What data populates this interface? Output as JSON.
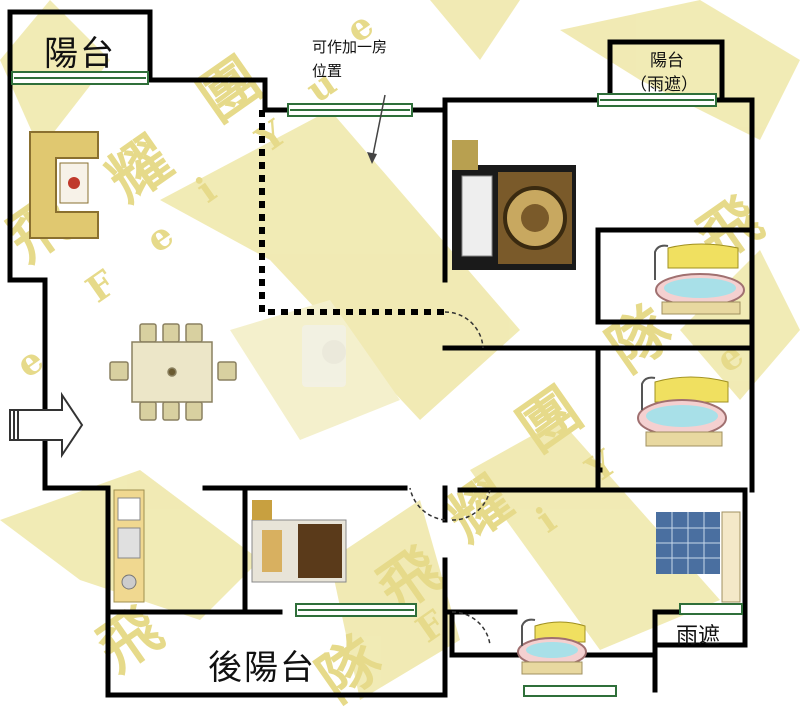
{
  "labels": {
    "balcony": "陽台",
    "balcony_rain": "陽台",
    "rain_shelter_paren": "（雨遮）",
    "room_note_line1": "可作加一房",
    "room_note_line2": "位置",
    "back_balcony": "後陽台",
    "rain_shelter": "雨遮"
  },
  "watermark": {
    "chars": [
      "飛",
      "耀",
      "團",
      "隊"
    ],
    "latin": [
      "F",
      "e",
      "i",
      "Y",
      "u",
      "e"
    ]
  },
  "colors": {
    "wall": "#000000",
    "watermark": "#efe7a8",
    "window_frame": "#2f6f3a",
    "sofa": "#e0c870",
    "table": "#d8d0a0",
    "bed_cover": "#7a5a2a",
    "tub_water": "#a8e0e8",
    "tile_blue": "#4a6fa0",
    "kitchen": "#f0d890"
  }
}
